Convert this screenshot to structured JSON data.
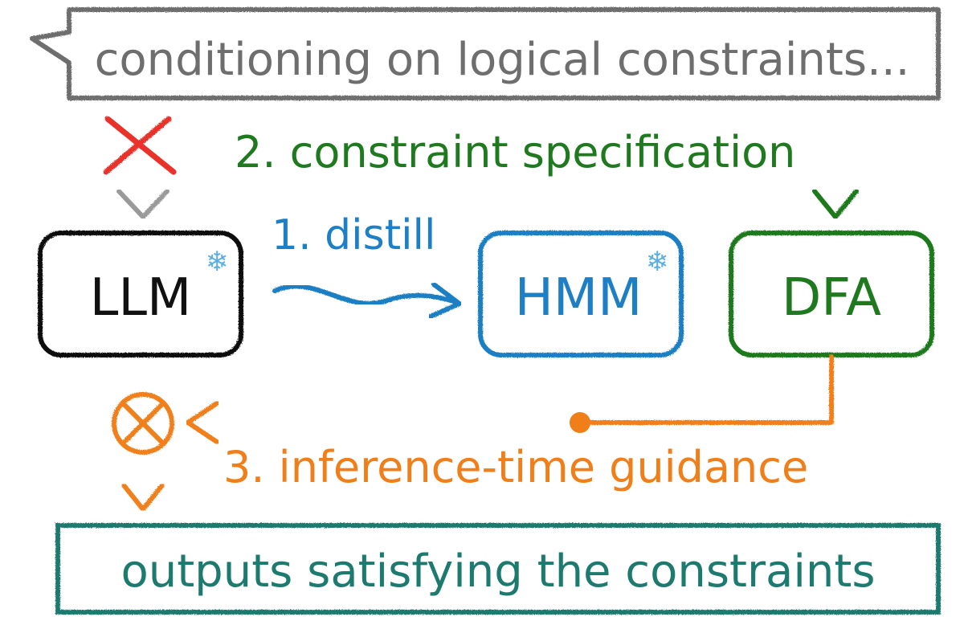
{
  "prompt": {
    "text": "conditioning on logical constraints..."
  },
  "steps": {
    "distill": "1. distill",
    "constraint_spec": "2. constraint specification",
    "guidance": "3. inference-time guidance"
  },
  "nodes": {
    "llm": "LLM",
    "hmm": "HMM",
    "dfa": "DFA"
  },
  "output": {
    "text": "outputs satisfying the constraints"
  },
  "icons": {
    "frozen": "snowflake-icon",
    "blocked": "red-cross-icon",
    "combine": "circled-times-icon"
  },
  "colors": {
    "prompt": "#6e6e6e",
    "gray_arrow": "#9a9a9a",
    "blocked": "#e8302a",
    "llm": "#111111",
    "hmm": "#1f7fc4",
    "dfa": "#1f7a1f",
    "guidance": "#f07f1a",
    "output": "#1d7a6e",
    "snowflake": "#5aaee6"
  }
}
